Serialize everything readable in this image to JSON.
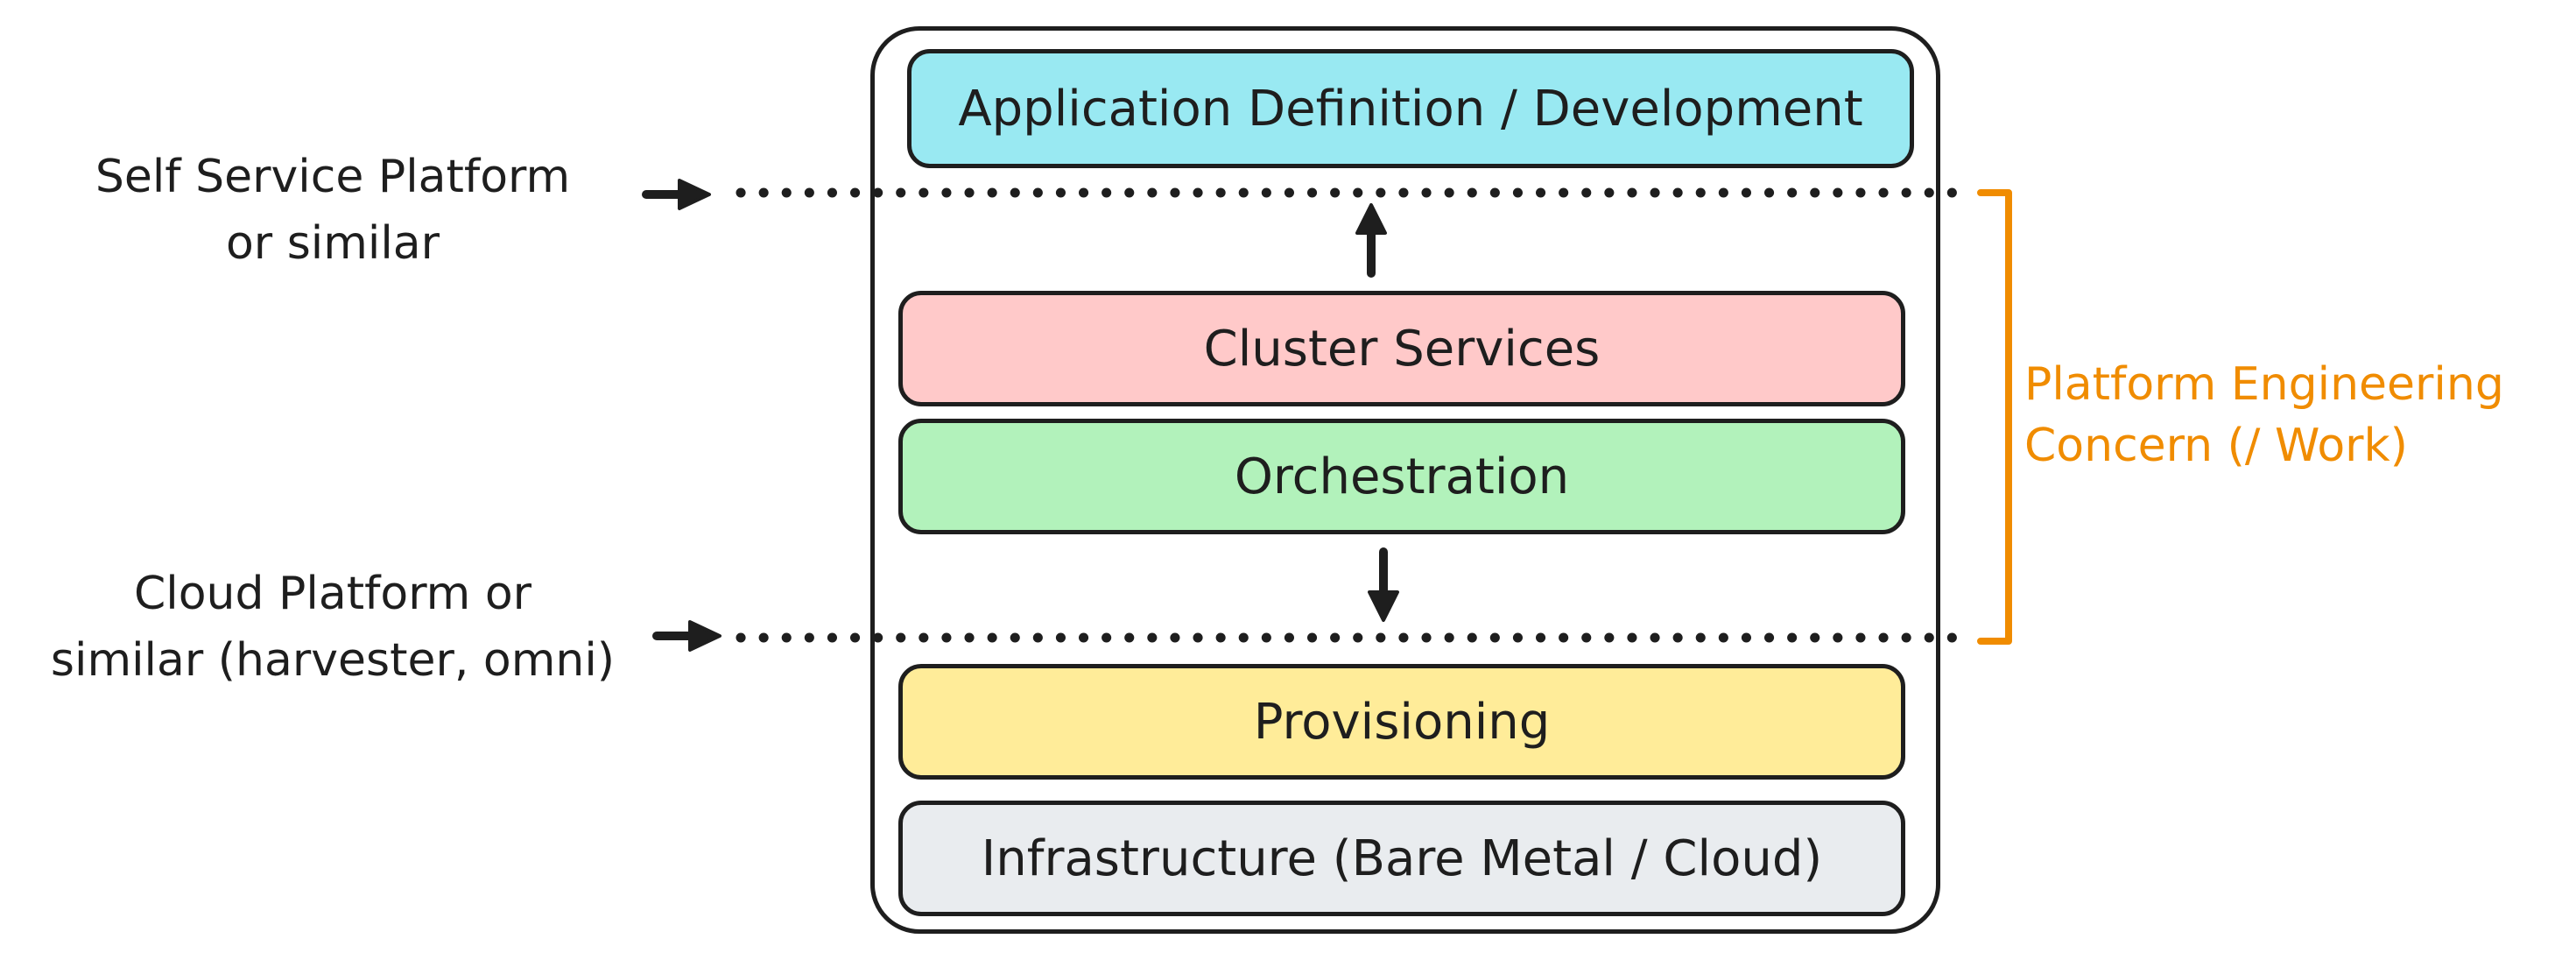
{
  "layers": {
    "app": {
      "label": "Application Definition / Development",
      "color": "#99e9f2"
    },
    "cluster": {
      "label": "Cluster Services",
      "color": "#ffc9c9"
    },
    "orchestration": {
      "label": "Orchestration",
      "color": "#b2f2bb"
    },
    "provisioning": {
      "label": "Provisioning",
      "color": "#ffec99"
    },
    "infrastructure": {
      "label": "Infrastructure (Bare Metal / Cloud)",
      "color": "#e9ecef"
    }
  },
  "side_labels": {
    "self_service": {
      "line1": "Self Service Platform",
      "line2": "or similar"
    },
    "cloud_platform": {
      "line1": "Cloud Platform or",
      "line2": "similar (harvester, omni)"
    }
  },
  "concern": {
    "line1": "Platform Engineering",
    "line2": "Concern (/ Work)",
    "color": "#f08c00"
  },
  "colors": {
    "stroke": "#1e1e1e"
  }
}
